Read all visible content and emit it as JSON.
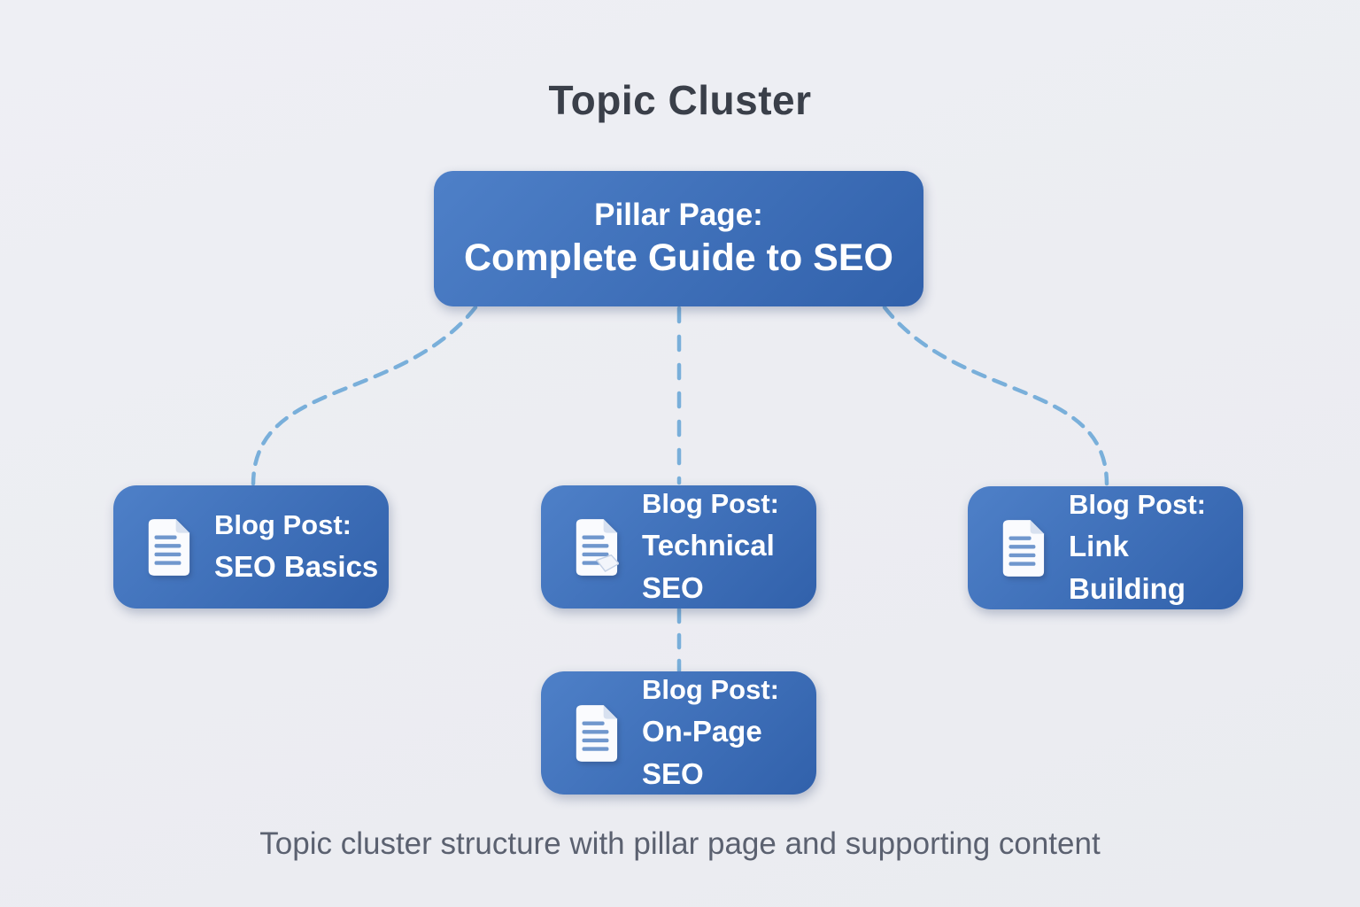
{
  "title": "Topic Cluster",
  "caption": "Topic cluster structure with pillar page and supporting content",
  "pillar": {
    "id": "pillar",
    "line1": "Pillar Page:",
    "line2": "Complete Guide to SEO"
  },
  "nodes": [
    {
      "id": "blog-seo-basics",
      "line1": "Blog Post:",
      "line2": "SEO Basics",
      "icon": "document-icon"
    },
    {
      "id": "blog-technical-seo",
      "line1": "Blog Post:",
      "line2": "Technical SEO",
      "icon": "document-page-flip-icon"
    },
    {
      "id": "blog-link-building",
      "line1": "Blog Post:",
      "line2": "Link Building",
      "icon": "document-icon"
    },
    {
      "id": "blog-on-page-seo",
      "line1": "Blog Post:",
      "line2": "On-Page SEO",
      "icon": "document-icon"
    }
  ],
  "edges": [
    {
      "from": "pillar",
      "to": "blog-seo-basics",
      "style": "dashed-curve"
    },
    {
      "from": "pillar",
      "to": "blog-technical-seo",
      "style": "dashed-straight"
    },
    {
      "from": "pillar",
      "to": "blog-link-building",
      "style": "dashed-curve"
    },
    {
      "from": "blog-technical-seo",
      "to": "blog-on-page-seo",
      "style": "dashed-straight"
    }
  ],
  "colors": {
    "background": "#ecedf2",
    "node_gradient_start": "#4e80c8",
    "node_gradient_end": "#3161ab",
    "connector": "#79afda",
    "title_text": "#3a3f49",
    "caption_text": "#5b6170",
    "node_text": "#ffffff",
    "icon_page": "#fafbfe",
    "icon_fold": "#d8e1f0",
    "icon_lines": "#7097cd"
  }
}
